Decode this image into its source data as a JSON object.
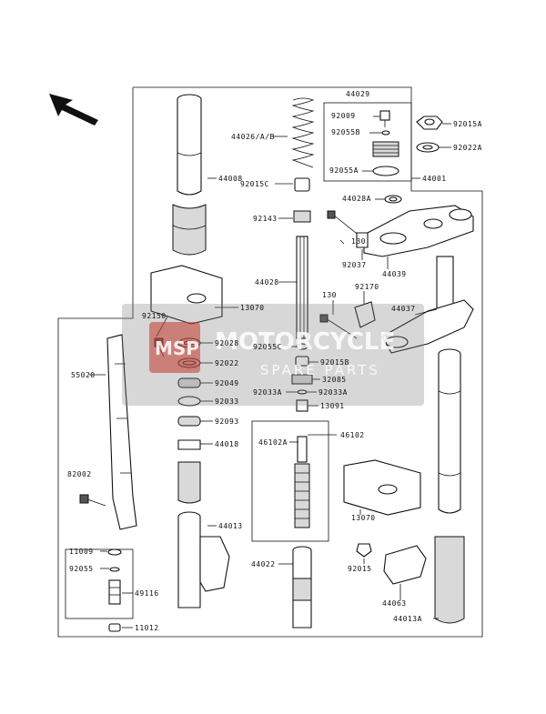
{
  "watermark": {
    "logo_text": "MSP",
    "brand": "MOTORCYCLE",
    "sub": "SPARE PARTS",
    "colors": {
      "box": "#7a7a7a",
      "logo": "#c0392b"
    }
  },
  "arrow": {
    "icon": "front-direction-arrow-icon"
  },
  "labels": {
    "p44029": "44029",
    "p92009": "92009",
    "p92055B": "92055B",
    "p92055A": "92055A",
    "p44026": "44026/A/B",
    "p44008": "44008",
    "p92015C": "92015C",
    "p44028A": "44028A",
    "p92143": "92143",
    "p130a": "130",
    "p92037": "92037",
    "p44039": "44039",
    "p44001": "44001",
    "p92015A": "92015A",
    "p92022A": "92022A",
    "p44028": "44028",
    "p130b": "130",
    "p92170": "92170",
    "p13070a": "13070",
    "p44037": "44037",
    "p92150": "92150",
    "p92028": "92028",
    "p92055C": "92055C",
    "p92015B": "92015B",
    "p92022": "92022",
    "p32085": "32085",
    "p55020": "55020",
    "p92049": "92049",
    "p92033A_l": "92033A",
    "p92033A_r": "92033A",
    "p92033": "92033",
    "p13091": "13091",
    "p92093": "92093",
    "p44018": "44018",
    "p46102": "46102",
    "p46102A": "46102A",
    "p82002": "82002",
    "p13070b": "13070",
    "p44013": "44013",
    "p11009": "11009",
    "p92015": "92015",
    "p92055": "92055",
    "p49116": "49116",
    "p44022": "44022",
    "p44063": "44063",
    "p11012": "11012",
    "p44013A": "44013A"
  }
}
